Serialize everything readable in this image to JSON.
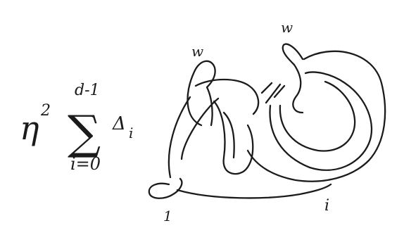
{
  "formula": {
    "coefficient": "η",
    "exponent": "2",
    "sum_symbol": "∑",
    "upper_limit": "d-1",
    "lower_limit": "i=0",
    "summand": "Δ",
    "summand_subscript": "i"
  },
  "labels": {
    "left_loop_top": "w",
    "right_loop_top": "w",
    "bottom_left_loop": "1",
    "bottom_right_strand": "i"
  },
  "colors": {
    "paper": "#ffffff",
    "ink": "#1b1b1b"
  }
}
